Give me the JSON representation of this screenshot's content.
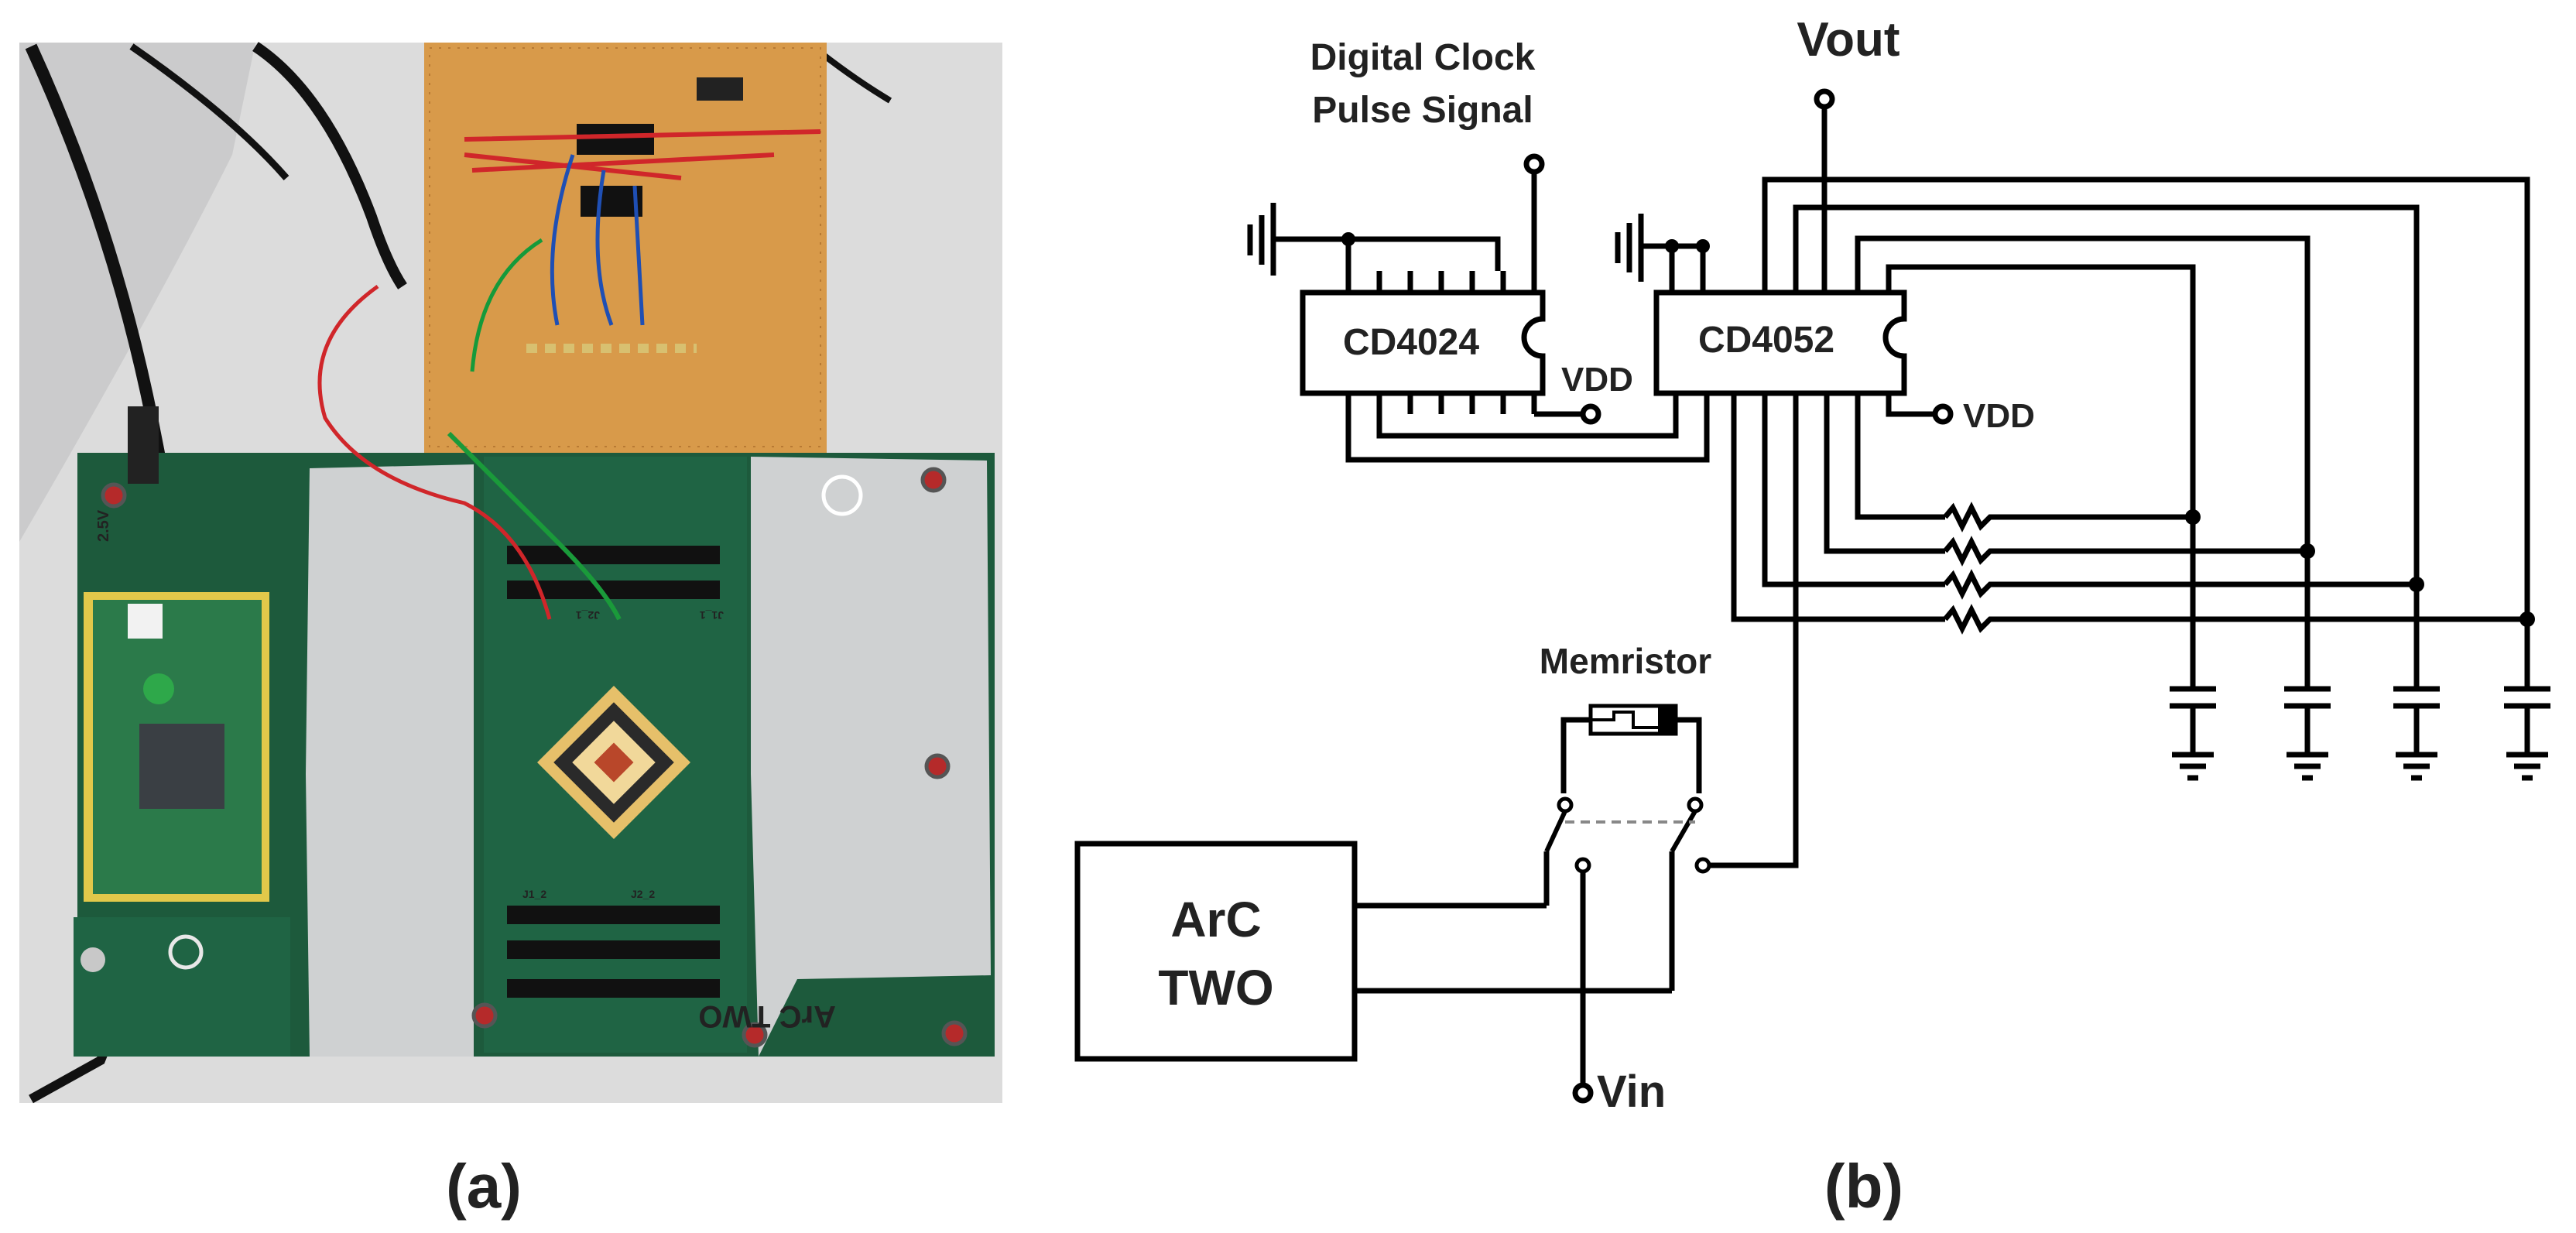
{
  "panel_a": {
    "caption": "(a)",
    "board_silk": {
      "voltage": "2.5V",
      "logo_text": "ArC TWO",
      "header_labels": [
        "J2_1",
        "J1_1",
        "J1_2",
        "J2_2"
      ]
    }
  },
  "panel_b": {
    "caption": "(b)",
    "vout": "Vout",
    "vin": "Vin",
    "clock_label_line1": "Digital Clock",
    "clock_label_line2": "Pulse Signal",
    "counter_chip": "CD4024",
    "mux_chip": "CD4052",
    "vdd_1": "VDD",
    "vdd_2": "VDD",
    "memristor": "Memristor",
    "instrument_line1": "ArC",
    "instrument_line2": "TWO"
  },
  "colors": {
    "photo_background": "#dcdcdc",
    "pcb_green": "#1d5a3c",
    "perfboard": "#d89a4a",
    "aluminium": "#cfd1d2",
    "wire": "#000000",
    "text": "#222222"
  }
}
